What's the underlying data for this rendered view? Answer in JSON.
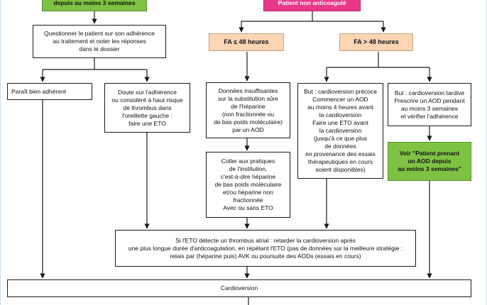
{
  "nodes": {
    "top_left_green": "depuis au moins 3 semaines",
    "top_pink": "Patient non anticoagulé",
    "adherence_question": "Questionner le patient sur son adhérence\nau traitement et noter les réponses\ndans le dossier",
    "fa_le_48": "FA ≤ 48 heures",
    "fa_gt_48": "FA > 48 heures",
    "seems_adherent": "Paraît bien adhérent",
    "doubt_adherence": "Doute sur l'adhérence\nou considéré à haut risque\nde thrombus dans\nl'oreillette gauche :\nfaire une ETO",
    "insufficient_data": "Données insuffisantes\nsur la substitution sûre\nde l'héparine\n(non fractionnée ou\nde bas poids moléculaire)\npar un AOD",
    "early_cardioversion": "But : cardioversion précoce\nCommencer un AOD\nau moins 4 heures avant\nla cardioversion\nFaire une ETO avant\nla cardioversion\n(jusqu'à ce que plus\nde données\nen provenance des essais\nthérapeutiques en cours\nsoient disponibles)",
    "late_cardioversion": "But : cardioversion tardive\nPrescrire un AOD pendant\nau moins 3 semaines\net vérifier l'adhérence",
    "institution_practices": "Coller aux pratiques\nde l'institution,\nc'est-à-dire héparine\nde bas poids moléculaire\net/ou héparine non\nfractionnée\nAvec ou sans ETO",
    "see_patient": "Voir \"Patient prenant\nun AOD depuis\nau moins 3 semaines\"",
    "eto_thrombus": "Si l'ETO détecte un thrombus atrial : retarder la cardioversion après\nune plus longue durée d'anticoagulation, en répétant l'ETO (pas de données sur la meilleure stratégie :\nrelais par (héparine puis) AVK ou poursuite des AODs (essais en cours)",
    "cardioversion": "Cardioversion"
  },
  "colors": {
    "green": "#7dc242",
    "pink": "#e8388a",
    "peach": "#fcd5b4",
    "line": "#1a1a1a"
  }
}
